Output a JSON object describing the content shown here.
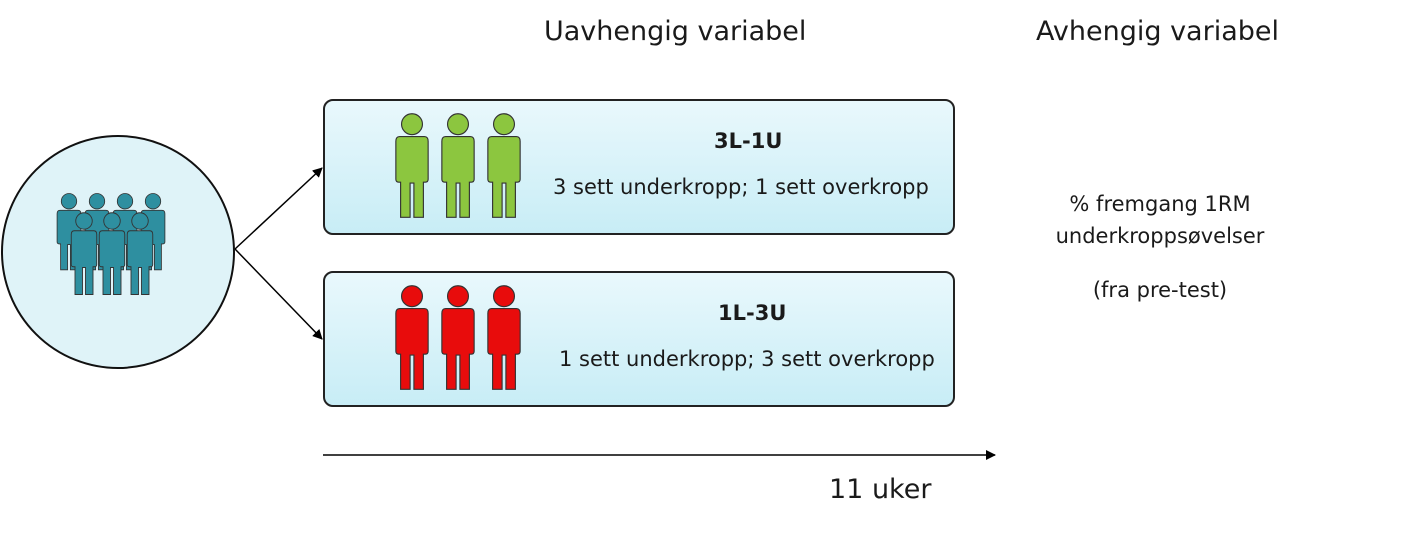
{
  "headers": {
    "independent": "Uavhengig variabel",
    "dependent": "Avhengig variabel"
  },
  "groups": [
    {
      "label": "3L-1U",
      "description": "3 sett underkropp; 1 sett overkropp",
      "color": "#8cc63f",
      "count": 3
    },
    {
      "label": "1L-3U",
      "description": "1 sett underkropp; 3 sett overkropp",
      "color": "#e80c0c",
      "count": 3
    }
  ],
  "population": {
    "color": "#2e8fa0",
    "circle_fill": "#dff3f8"
  },
  "outcome": {
    "line1": "% fremgang 1RM",
    "line2": "underkroppsøvelser",
    "line3": "(fra pre-test)"
  },
  "timeline": {
    "label": "11 uker"
  }
}
